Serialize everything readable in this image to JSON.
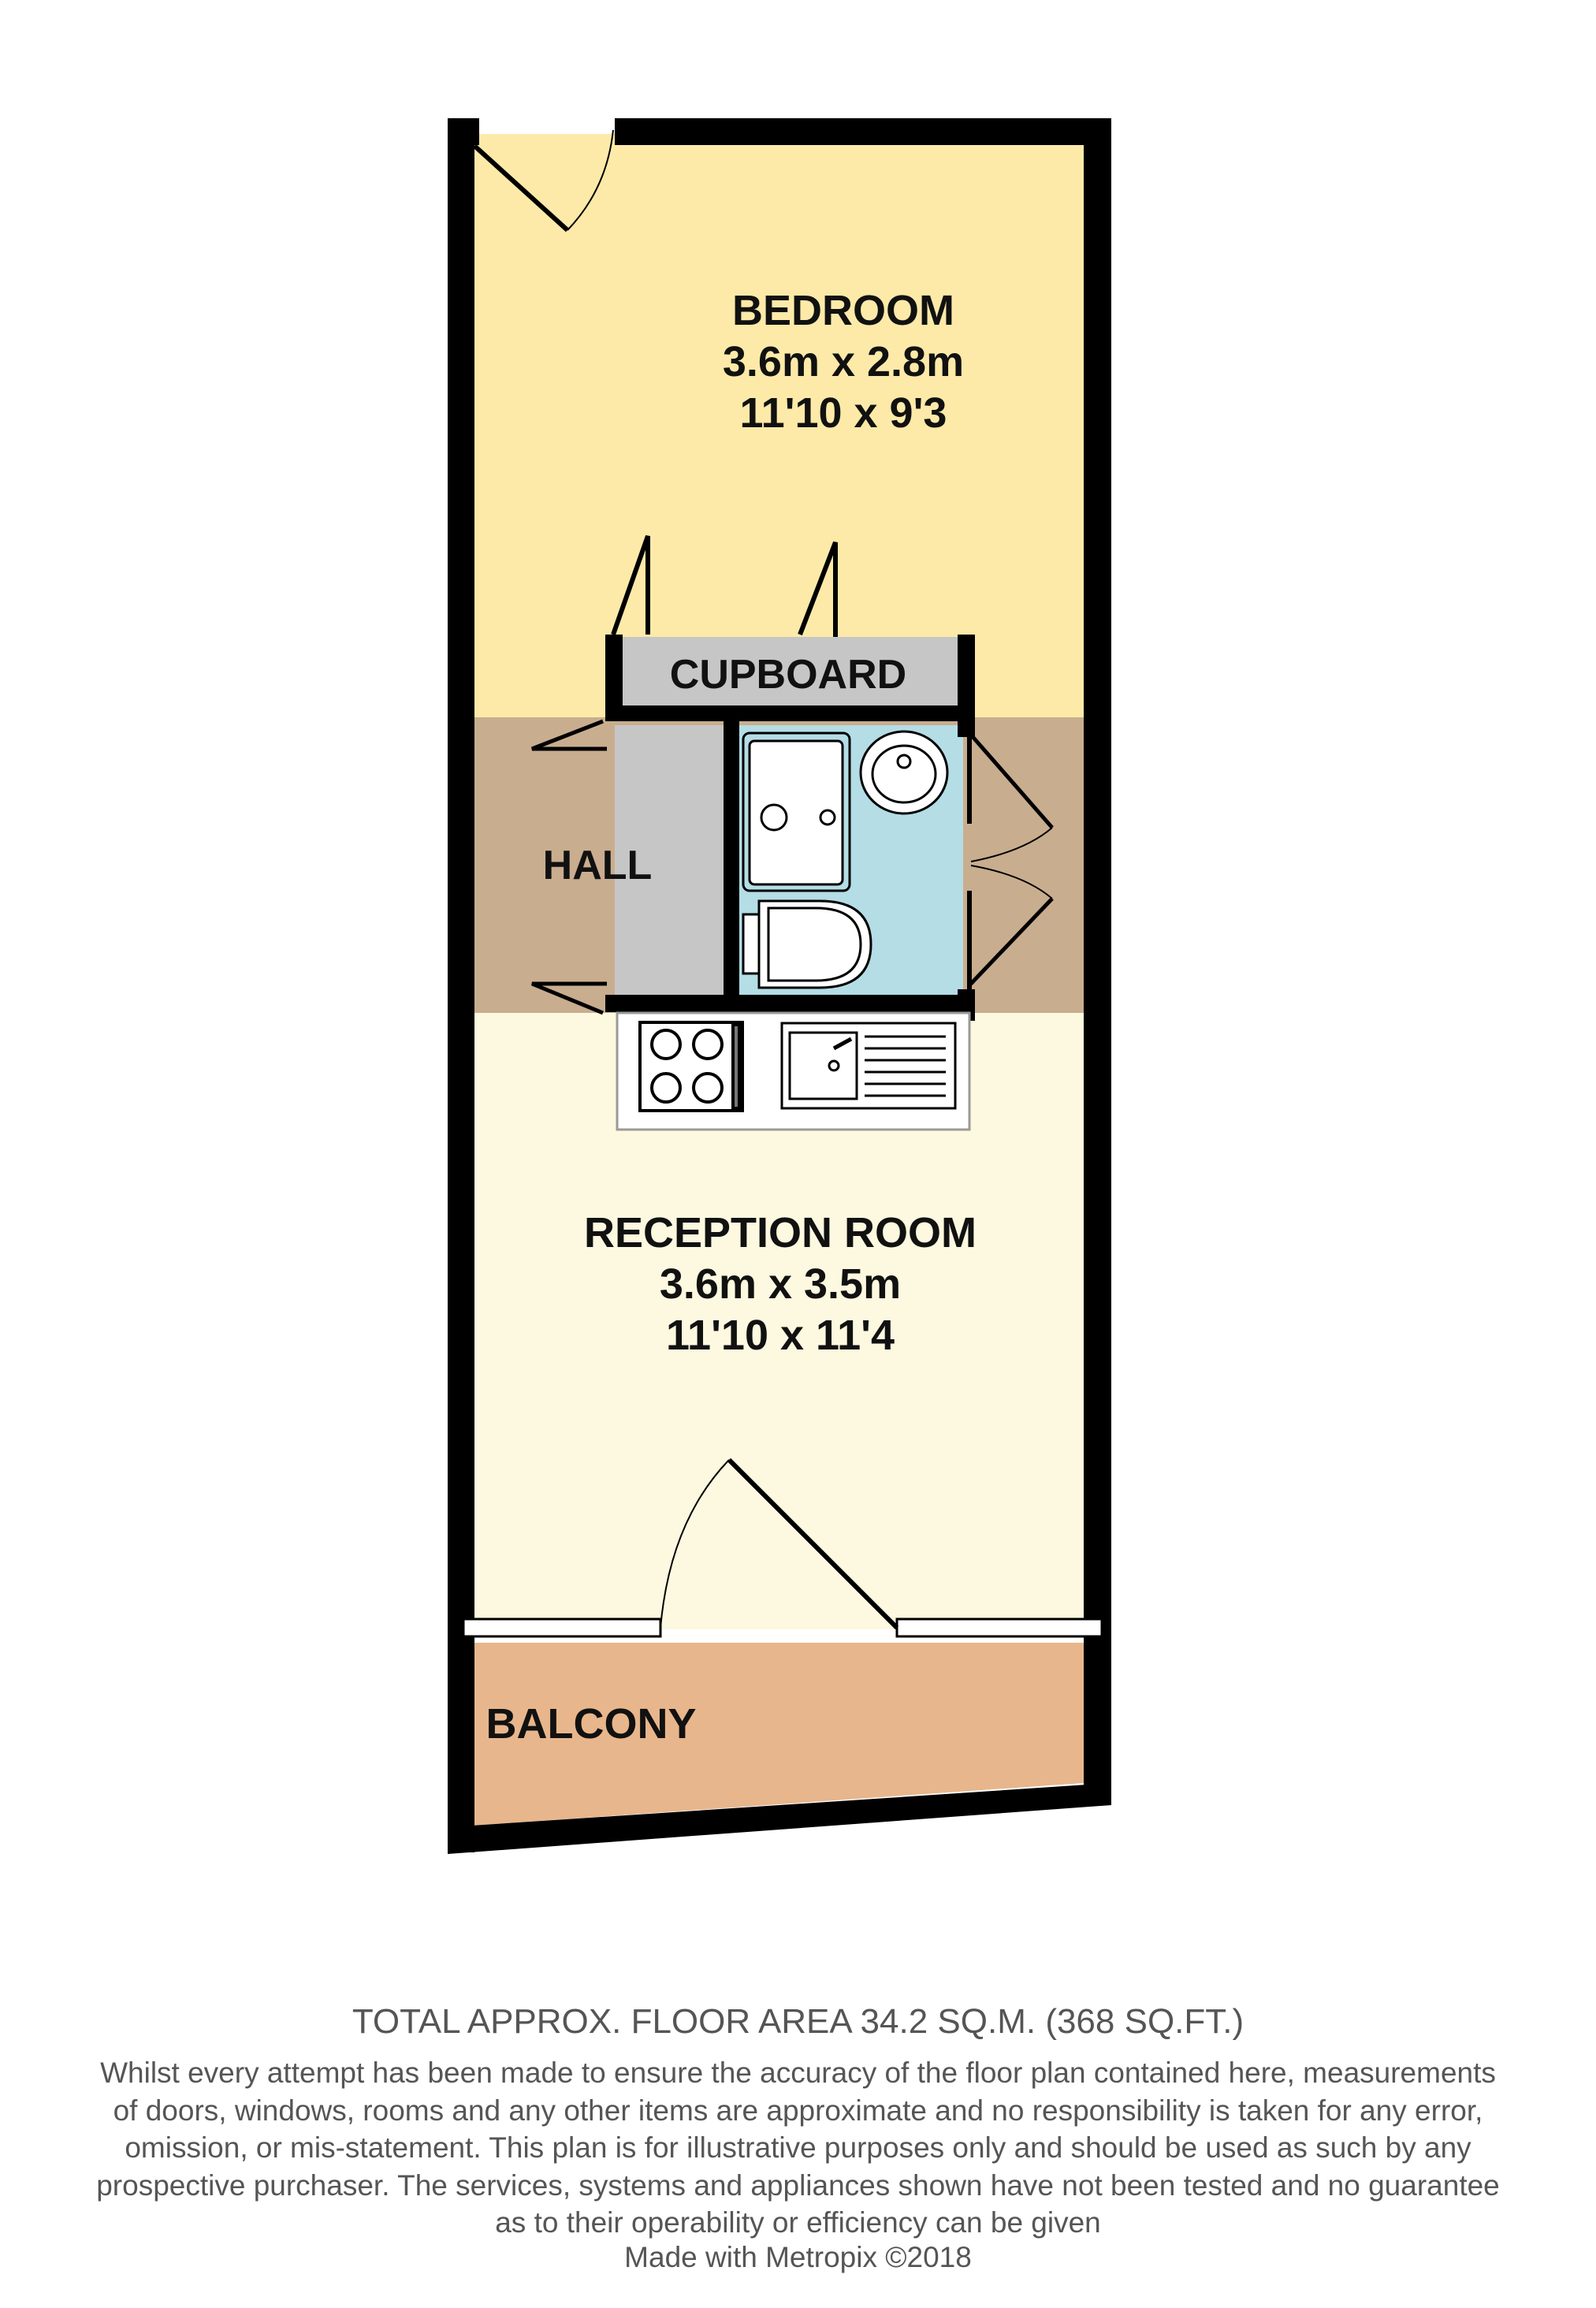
{
  "rooms": {
    "bedroom": {
      "name": "BEDROOM",
      "metric": "3.6m x 2.8m",
      "imperial": "11'10 x 9'3"
    },
    "cupboard": {
      "name": "CUPBOARD"
    },
    "hall": {
      "name": "HALL"
    },
    "reception": {
      "name": "RECEPTION ROOM",
      "metric": "3.6m x 3.5m",
      "imperial": "11'10 x 11'4"
    },
    "balcony": {
      "name": "BALCONY"
    }
  },
  "colors": {
    "bedroom": "#fdeaa8",
    "hall": "#c9ad8f",
    "bathroom": "#b4dde6",
    "cupboard": "#c6c6c6",
    "reception": "#fdf9e0",
    "balcony": "#e8b68c",
    "wall": "#000000"
  },
  "footer": {
    "area": "TOTAL APPROX. FLOOR AREA 34.2 SQ.M. (368 SQ.FT.)",
    "disclaimer_lines": [
      "Whilst every attempt has been made to ensure the accuracy of the floor plan contained here, measurements",
      "of doors, windows, rooms and any other items are approximate and no responsibility is taken for any error,",
      "omission, or mis-statement. This plan is for illustrative purposes only and should be used as such by any",
      "prospective purchaser. The services, systems and appliances shown have not been tested and no guarantee",
      "as to their operability or efficiency can be given"
    ],
    "credit": "Made with Metropix ©2018"
  },
  "icons": [
    "door-swing-icon",
    "bath-icon",
    "basin-icon",
    "toilet-icon",
    "hob-icon",
    "sink-icon",
    "window-icon"
  ]
}
